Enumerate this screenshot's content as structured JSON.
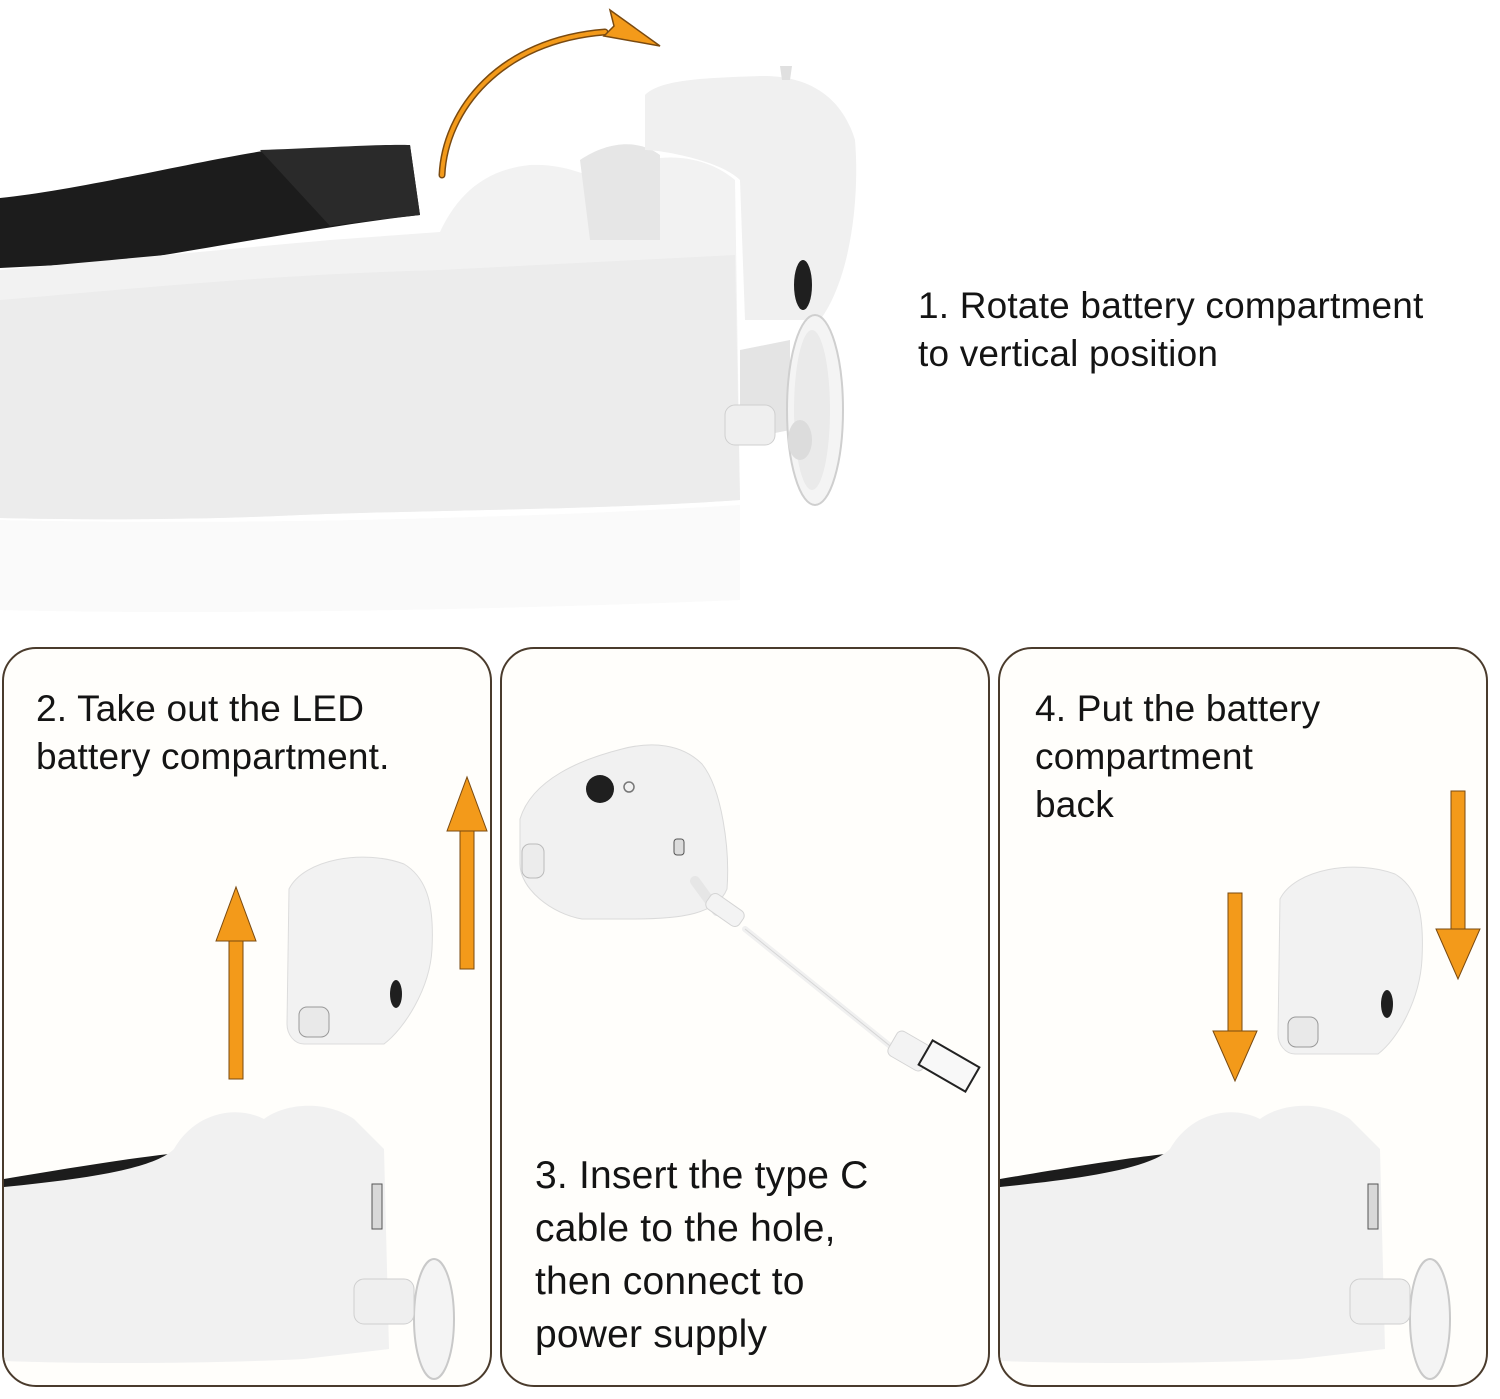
{
  "colors": {
    "arrow_orange": "#F39A1A",
    "arrow_outline": "#7a4a10",
    "panel_border": "#4a3b2c",
    "device_white": "#f1f1f1",
    "strap_black": "#1c1c1c",
    "text": "#141414"
  },
  "steps": [
    {
      "number": "1",
      "text": "1. Rotate battery compartment\n to vertical position",
      "icon": "curved-arrow-clockwise"
    },
    {
      "number": "2",
      "text": "2. Take out the LED\nbattery compartment.",
      "icon": "arrow-up"
    },
    {
      "number": "3",
      "text": "3. Insert the type C\n    cable to the hole,\n    then connect to\n    power supply",
      "icon": "usb-c-cable"
    },
    {
      "number": "4",
      "text": "4. Put the battery\ncompartment\nback",
      "icon": "arrow-down"
    }
  ]
}
